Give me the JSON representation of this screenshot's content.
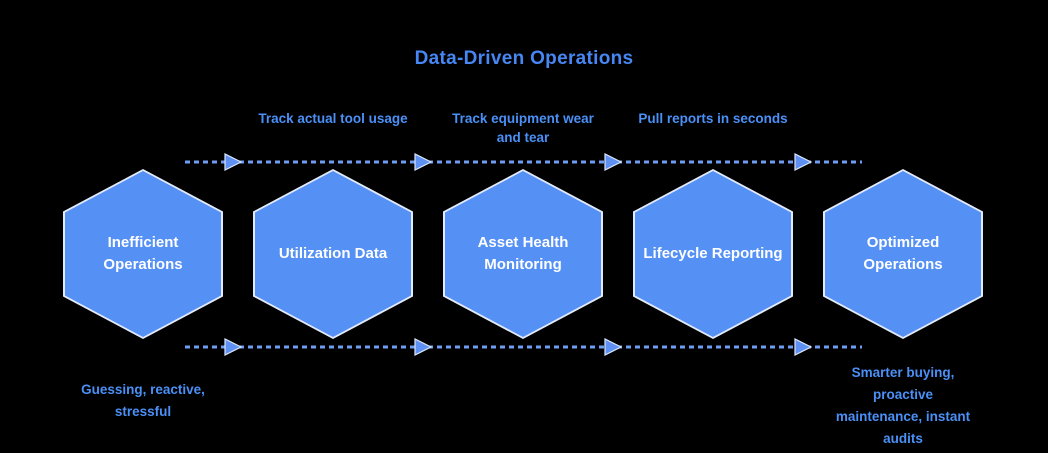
{
  "title": "Data-Driven Operations",
  "colors": {
    "background": "#000000",
    "hexagon_fill": "#5590f5",
    "hexagon_border": "#e2eafc",
    "hexagon_text": "#ffffff",
    "title_text": "#4787f3",
    "accent_text": "#4a90f6",
    "arrow": "#6e9df3"
  },
  "stages": [
    {
      "label": "Inefficient\nOperations",
      "top_label": "",
      "caption": "Guessing, reactive,\nstressful"
    },
    {
      "label": "Utilization Data",
      "top_label": "Track actual tool usage",
      "caption": ""
    },
    {
      "label": "Asset Health\nMonitoring",
      "top_label": "Track equipment wear\nand tear",
      "caption": ""
    },
    {
      "label": "Lifecycle Reporting",
      "top_label": "Pull reports in seconds",
      "caption": ""
    },
    {
      "label": "Optimized\nOperations",
      "top_label": "",
      "caption": "Smarter buying,\nproactive\nmaintenance, instant\naudits"
    }
  ]
}
